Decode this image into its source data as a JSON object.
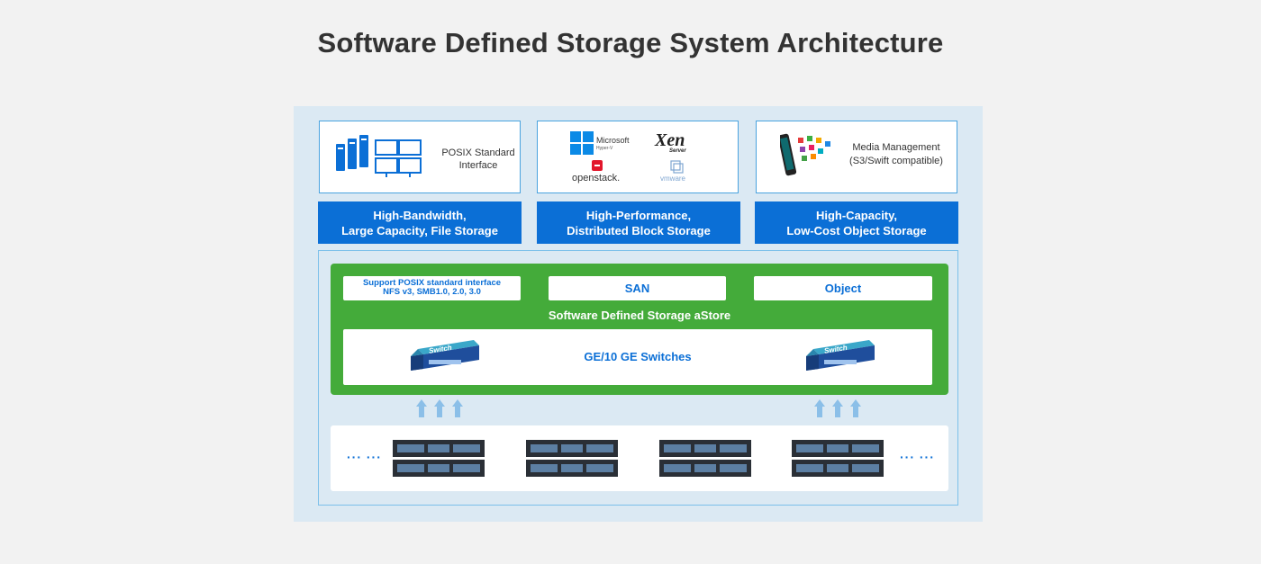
{
  "title": "Software Defined Storage System Architecture",
  "top_cards": {
    "file": {
      "label_line1": "POSIX Standard",
      "label_line2": "Interface"
    },
    "block": {
      "microsoft": "Microsoft",
      "hyperv": "Hyper-V",
      "xen": "Xen",
      "xen_server": "Server",
      "openstack": "openstack.",
      "vmware": "vmware"
    },
    "object": {
      "label_line1": "Media Management",
      "label_line2": "(S3/Swift compatible)"
    }
  },
  "categories": [
    {
      "line1": "High-Bandwidth,",
      "line2": "Large Capacity, File Storage"
    },
    {
      "line1": "High-Performance,",
      "line2": "Distributed Block Storage"
    },
    {
      "line1": "High-Capacity,",
      "line2": "Low-Cost Object Storage"
    }
  ],
  "interfaces": {
    "posix_line1": "Support POSIX standard interface",
    "posix_line2": "NFS v3, SMB1.0, 2.0, 3.0",
    "san": "SAN",
    "object": "Object"
  },
  "astore_label": "Software Defined Storage aStore",
  "switch_label": "GE/10 GE Switches",
  "switch_text": "Switch",
  "ellipsis": "··· ···",
  "colors": {
    "background": "#f2f2f2",
    "panel": "#dbe9f3",
    "blue": "#0b6fd6",
    "green": "#44ab3a"
  }
}
